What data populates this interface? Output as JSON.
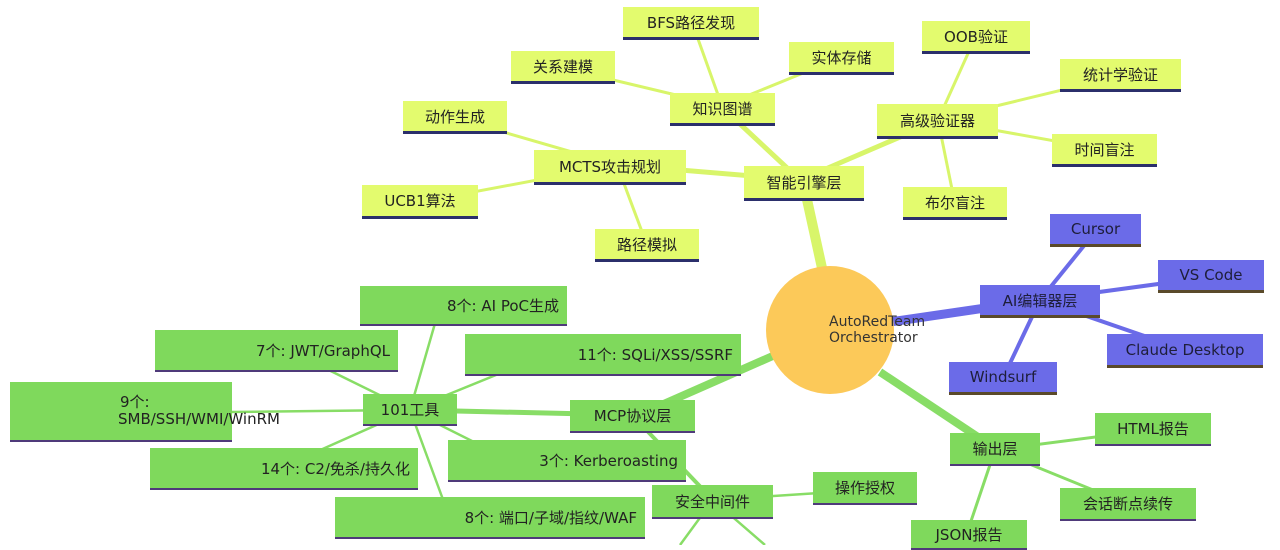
{
  "center": {
    "line1": "AutoRedTeam",
    "line2": "Orchestrator"
  },
  "intel": {
    "root": "智能引擎层",
    "kg": {
      "label": "知识图谱",
      "children": [
        "BFS路径发现",
        "关系建模",
        "实体存储"
      ]
    },
    "mcts": {
      "label": "MCTS攻击规划",
      "children": [
        "动作生成",
        "UCB1算法",
        "路径模拟"
      ]
    },
    "verifier": {
      "label": "高级验证器",
      "children": [
        "OOB验证",
        "统计学验证",
        "时间盲注",
        "布尔盲注"
      ]
    }
  },
  "ai_editor": {
    "root": "AI编辑器层",
    "children": [
      "Cursor",
      "VS Code",
      "Claude Desktop",
      "Windsurf"
    ]
  },
  "mcp": {
    "root": "MCP协议层",
    "tools": {
      "label": "101工具",
      "children": [
        "8个: AI PoC生成",
        "7个: JWT/GraphQL",
        "11个: SQLi/XSS/SSRF",
        "9个:",
        "SMB/SSH/WMI/WinRM",
        "14个: C2/免杀/持久化",
        "3个: Kerberoasting",
        "8个: 端口/子域/指纹/WAF"
      ]
    },
    "security": {
      "label": "安全中间件",
      "children": [
        "操作授权"
      ]
    }
  },
  "output": {
    "root": "输出层",
    "children": [
      "HTML报告",
      "会话断点续传",
      "JSON报告"
    ]
  },
  "colors": {
    "yellow": "#e3fb6e",
    "green": "#7fd95c",
    "blue": "#6b6be8",
    "center": "#fcc959"
  }
}
